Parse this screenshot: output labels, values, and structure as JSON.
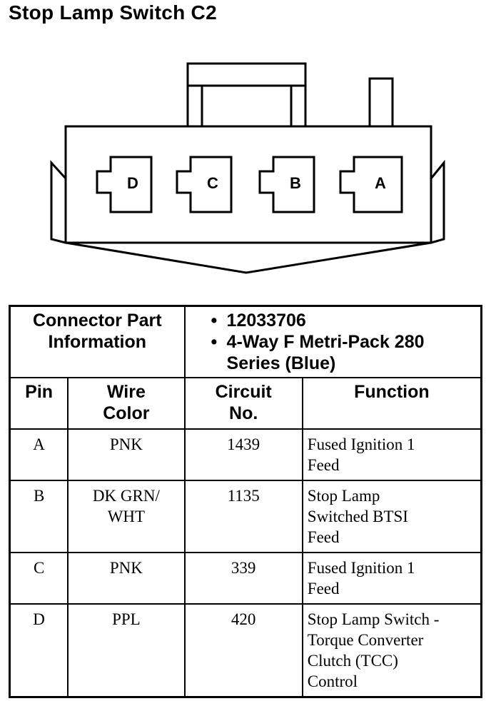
{
  "title": "Stop Lamp Switch C2",
  "connector": {
    "cavities": [
      "D",
      "C",
      "B",
      "A"
    ]
  },
  "part_info": {
    "label_line1": "Connector Part",
    "label_line2": "Information",
    "items": [
      "12033706",
      "4-Way F Metri-Pack 280 Series (Blue)"
    ]
  },
  "columns": {
    "pin": "Pin",
    "wire_color_line1": "Wire",
    "wire_color_line2": "Color",
    "circuit_line1": "Circuit",
    "circuit_line2": "No.",
    "function": "Function"
  },
  "rows": [
    {
      "pin": "A",
      "wire": [
        "PNK"
      ],
      "circuit": "1439",
      "function": [
        "Fused Ignition 1",
        "Feed"
      ]
    },
    {
      "pin": "B",
      "wire": [
        "DK GRN/",
        "WHT"
      ],
      "circuit": "1135",
      "function": [
        "Stop Lamp",
        "Switched BTSI",
        "Feed"
      ]
    },
    {
      "pin": "C",
      "wire": [
        "PNK"
      ],
      "circuit": "339",
      "function": [
        "Fused Ignition 1",
        "Feed"
      ]
    },
    {
      "pin": "D",
      "wire": [
        "PPL"
      ],
      "circuit": "420",
      "function": [
        "Stop Lamp Switch -",
        "Torque Converter",
        "Clutch (TCC)",
        "Control"
      ]
    }
  ]
}
